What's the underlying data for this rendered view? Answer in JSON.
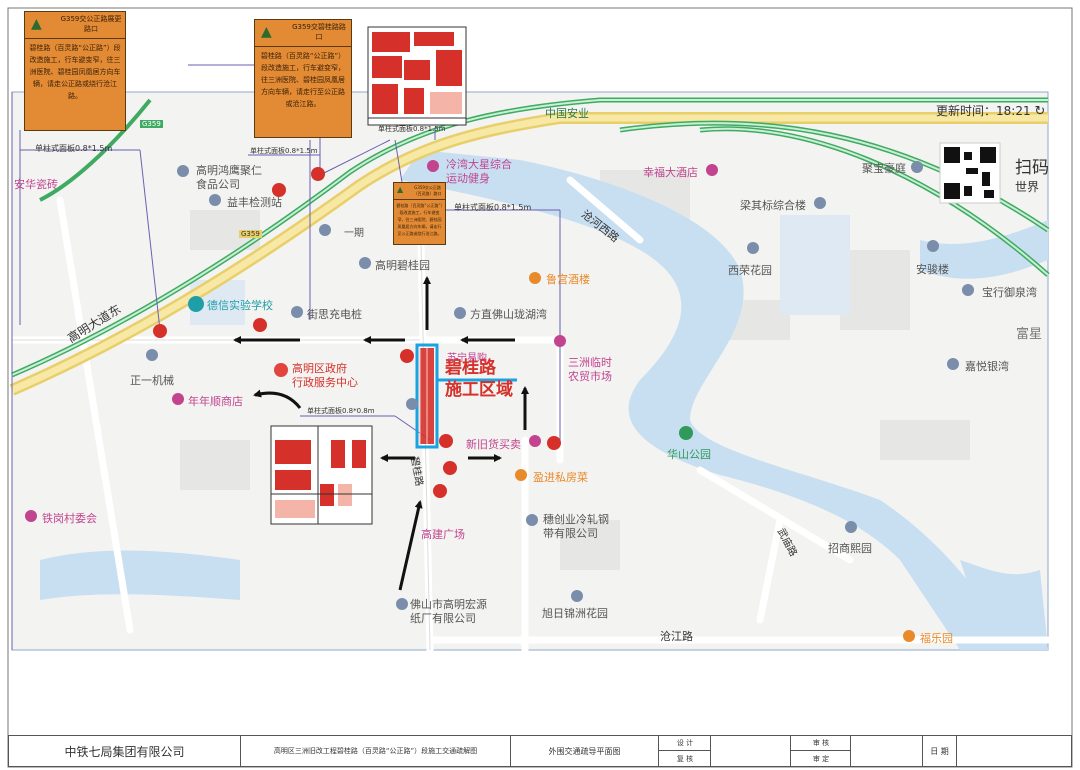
{
  "update": {
    "label": "更新时间：",
    "time": "18:21"
  },
  "qr_text": {
    "line1": "扫码",
    "line2": "世界"
  },
  "signs": {
    "sign1": {
      "title": "G359交公正路展更路口",
      "body": "碧桂路（百灵路“公正路”）段改造施工，行车避变窄，往三洲医院、碧桂园凤凰居方向车辆，请走公正路或绕行沧江路。"
    },
    "sign2": {
      "title": "G359交碧桂路路口",
      "body": "碧桂路（百灵路“公正路”）段改造施工，行车避变窄，往三洲医院、碧桂园凤凰居方向车辆，请走行至公正路或沧江路。"
    },
    "sign3": {
      "title": "G359交公正路（百灵路）路口",
      "body": "碧桂路（百灵路“公正路”）段改造施工，行车避变窄，往三洲医院、碧桂园凤凰居方向车辆，请走行至公正路或绕行沧江路。"
    }
  },
  "panel_labels": {
    "p1": "单柱式面板0.8*1.5m",
    "p2": "单柱式面板0.8*1.5m",
    "p3": "单柱式面板0.8*1.5m",
    "p4": "单柱式面板0.8*1.5m",
    "p5": "单柱式面板0.8*0.8m"
  },
  "construction": {
    "line1": "碧桂路",
    "line2": "施工区域"
  },
  "map_labels": {
    "zhongguo_anye": "中国安业",
    "g359a": "G359",
    "g359b": "G359",
    "anhua": "安华瓷砖",
    "gaoming_hongying": "高明鸿鹰聚仁",
    "shipin": "食品公司",
    "yifeng": "益丰检测站",
    "yiqi": "一期",
    "gaoming_biguiyuan": "高明碧桂园",
    "yinjiu": "鲁宫酒楼",
    "fangzhi": "方直佛山珑湖湾",
    "desheng": "德信实验学校",
    "jiesi": "街思充电桩",
    "suning": "苏宁易购",
    "sanzhou_market": "三洲临时\n农贸市场",
    "zhengyi": "正一机械",
    "zhengfu": "高明区政府\n行政服务中心",
    "niannian": "年年顺商店",
    "xinjiu": "新旧货买卖",
    "siyuan": "盈进私房菜",
    "tiegang": "铁岗村委会",
    "gaojian": "高建广场",
    "beichuang": "穗创业冷轧钢\n带有限公司",
    "fozhi": "佛山市高明宏源\n纸厂有限公司",
    "jinzhou": "旭日锦洲花园",
    "canjiang_rd": "沧江路",
    "fule": "福乐园",
    "huashan": "华山公园",
    "zhaoshang": "招商熙园",
    "xiyuan": "西荣花园",
    "liangqi": "梁其标综合楼",
    "xingfu": "幸福大酒店",
    "jubao": "聚宝豪庭",
    "anjun": "安骏楼",
    "baoxing": "宝行御泉湾",
    "jiayue": "嘉悦银湾",
    "gaoxing": "富星",
    "canhe_xi": "沧河西路",
    "wumiao": "武庙路",
    "gaoming_dadao": "高明大道东",
    "biguilu_vert": "碧桂路",
    "yundong": "冷湾大星综合\n运动健身"
  },
  "title_block": {
    "company": "中铁七局集团有限公司",
    "project": "高明区三洲旧改工程碧桂路（百灵路“公正路”）段施工交通疏解图",
    "drawing": "外围交通疏导平面图",
    "design": "设 计",
    "review": "复 核",
    "check": "审 核",
    "approve": "审 定",
    "date": "日 期"
  }
}
